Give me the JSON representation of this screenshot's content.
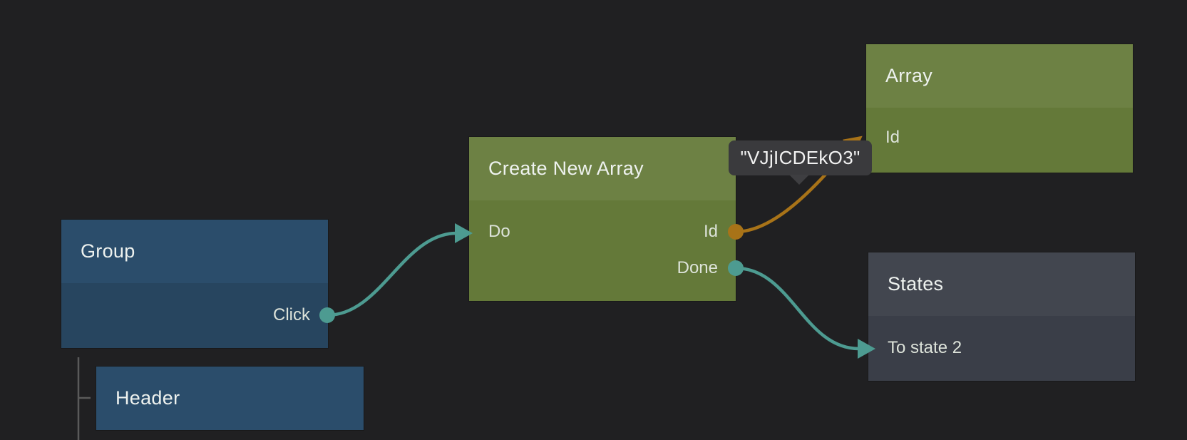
{
  "canvas": {
    "background": "#202022"
  },
  "theme": {
    "bg": "#202022",
    "blue-header": "#2b4d6b",
    "blue-body": "#27455f",
    "green-header": "#6d8144",
    "green-body": "#647939",
    "slate-header": "#42464f",
    "slate-body": "#3a3e48",
    "teal": "#4d9b91",
    "orange": "#a87318",
    "tree-line": "#5a5a5a",
    "tooltip-bg": "#3a3a3d",
    "tooltip-text": "#f2f2f2",
    "title-text": "#eef2ef",
    "port-text": "#dde3da"
  },
  "nodes": {
    "group": {
      "title": "Group",
      "color": "#2b4d6b",
      "outputs": [
        {
          "label": "Click"
        }
      ]
    },
    "create_new_array": {
      "title": "Create New Array",
      "color": "#6d8144",
      "inputs": [
        {
          "label": "Do"
        }
      ],
      "outputs": [
        {
          "label": "Id"
        },
        {
          "label": "Done"
        }
      ]
    },
    "array": {
      "title": "Array",
      "color": "#6d8144",
      "inputs": [
        {
          "label": "Id"
        }
      ]
    },
    "states": {
      "title": "States",
      "color": "#42464f",
      "inputs": [
        {
          "label": "To state 2"
        }
      ]
    },
    "header": {
      "title": "Header",
      "color": "#2b4d6b"
    }
  },
  "connections": [
    {
      "from": "Group.Click",
      "to": "Create New Array.Do",
      "color": "#4d9b91"
    },
    {
      "from": "Create New Array.Id",
      "to": "Array.Id",
      "color": "#a87318",
      "value": "\"VJjICDEkO3\""
    },
    {
      "from": "Create New Array.Done",
      "to": "States.To state 2",
      "color": "#4d9b91"
    }
  ],
  "tooltip": {
    "text": "\"VJjICDEkO3\""
  }
}
